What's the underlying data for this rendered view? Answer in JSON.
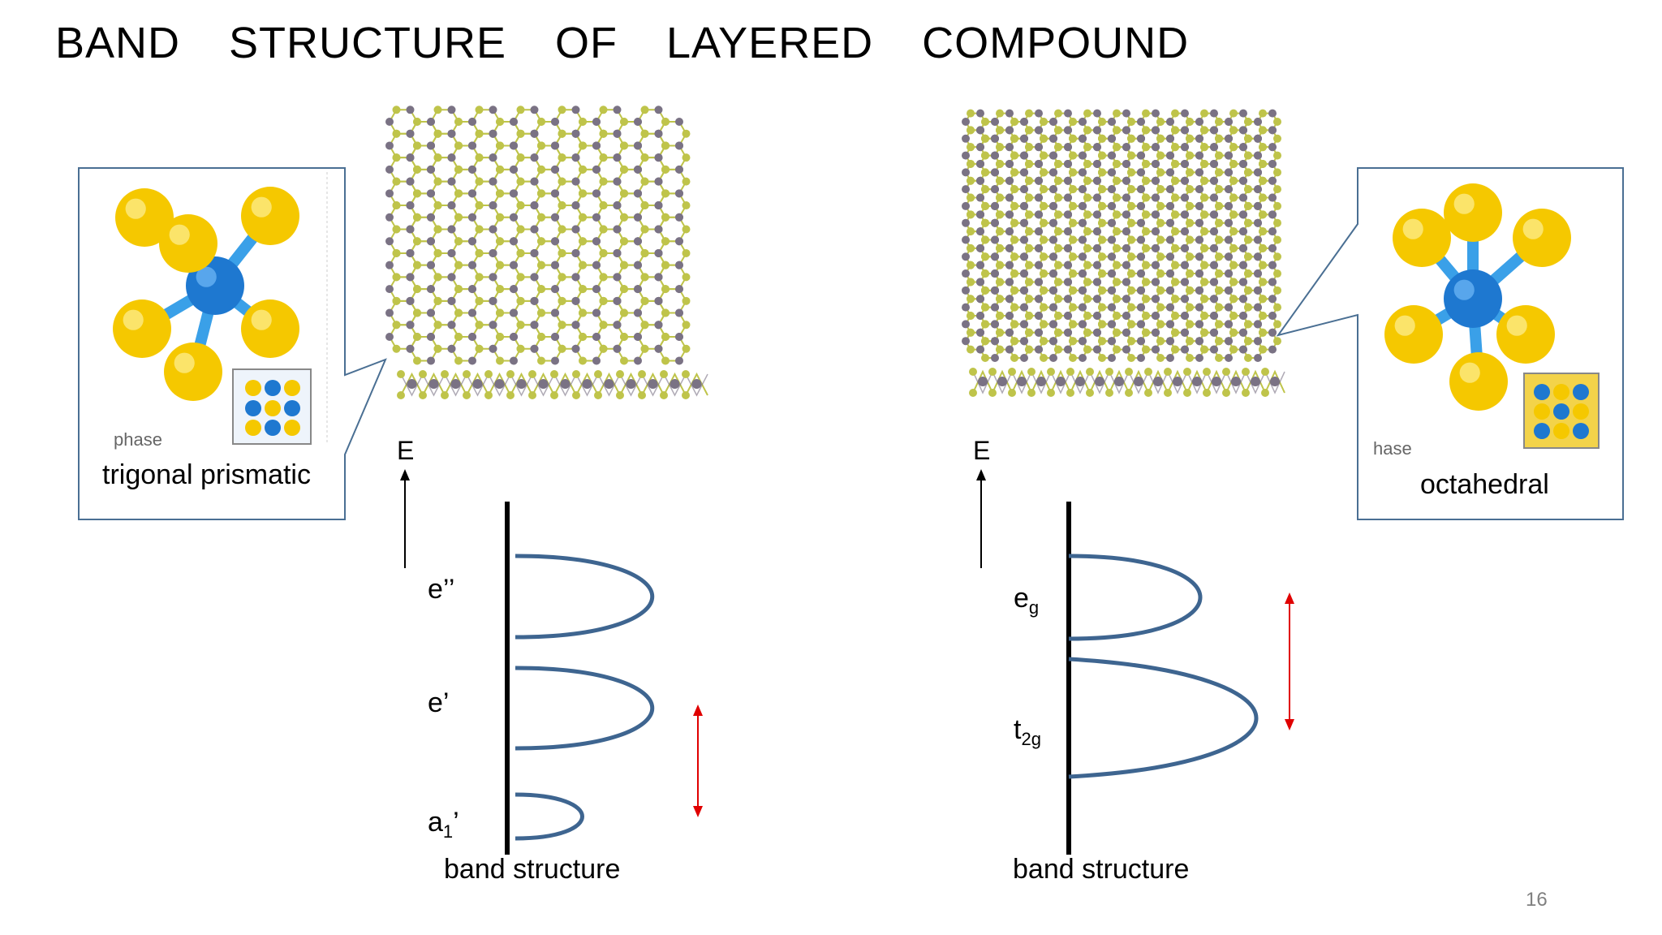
{
  "title": "BAND  STRUCTURE  OF  LAYERED  COMPOUND",
  "page_number": "16",
  "colors": {
    "band": "#3e6590",
    "axis": "#000000",
    "gap_arrow": "#e00000",
    "callout_border": "#4a6f93",
    "chalcogen_atom": "#f5c800",
    "metal_atom": "#1e78d0",
    "lattice_metal": "#7a7284",
    "lattice_chalcogen": "#bfc44a"
  },
  "left": {
    "callout_label": "trigonal prismatic",
    "phase_label": "phase",
    "axis_label": "E",
    "levels": [
      {
        "base": "e",
        "mark": "’’",
        "sub": ""
      },
      {
        "base": "e",
        "mark": "’",
        "sub": ""
      },
      {
        "base": "a",
        "mark": "’",
        "sub": "1"
      }
    ],
    "caption": "band structure"
  },
  "right": {
    "callout_label": "octahedral",
    "phase_label": "hase",
    "axis_label": "E",
    "levels": [
      {
        "base": "e",
        "mark": "",
        "sub": "g"
      },
      {
        "base": "t",
        "mark": "",
        "sub": "2g"
      }
    ],
    "caption": "band structure"
  }
}
